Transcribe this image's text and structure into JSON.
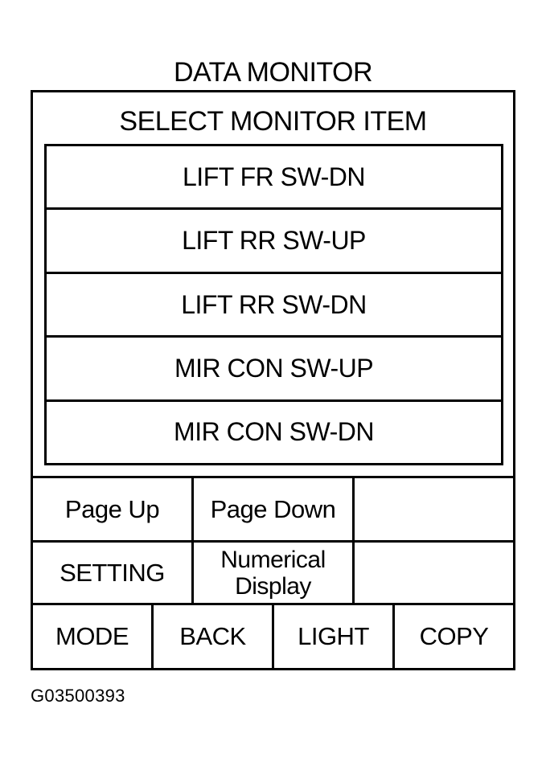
{
  "screen": {
    "title": "DATA MONITOR",
    "header": "SELECT MONITOR ITEM"
  },
  "items": [
    {
      "label": "LIFT FR SW-DN"
    },
    {
      "label": "LIFT RR SW-UP"
    },
    {
      "label": "LIFT RR SW-DN"
    },
    {
      "label": "MIR CON SW-UP"
    },
    {
      "label": "MIR CON SW-DN"
    }
  ],
  "buttons": {
    "page_up": "Page Up",
    "page_down": "Page Down",
    "setting": "SETTING",
    "numerical_line1": "Numerical",
    "numerical_line2": "Display",
    "mode": "MODE",
    "back": "BACK",
    "light": "LIGHT",
    "copy": "COPY"
  },
  "figure_id": "G03500393"
}
